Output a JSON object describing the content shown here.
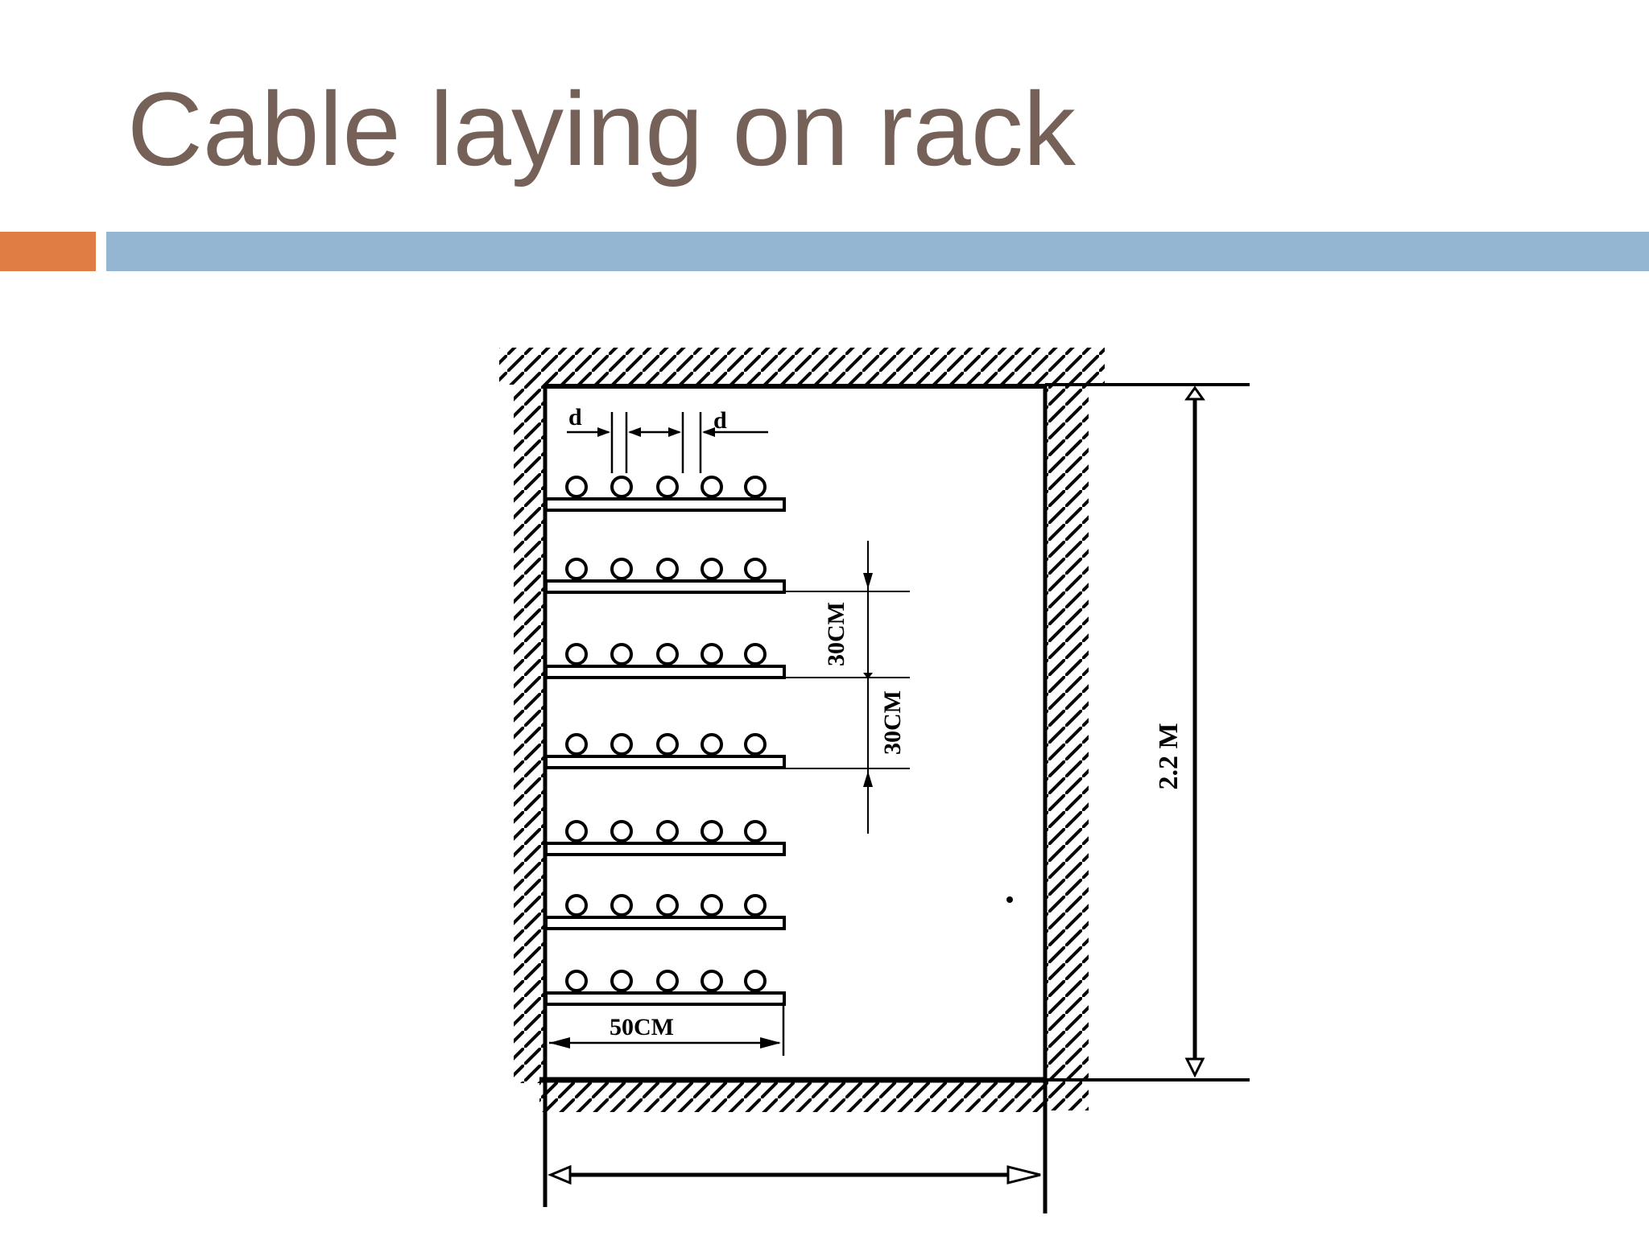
{
  "slide": {
    "title": "Cable laying on rack"
  },
  "diagram": {
    "labels": {
      "cable_spacing_left": "d",
      "cable_spacing_right": "d",
      "tray_spacing_upper": "30CM",
      "tray_spacing_lower": "30CM",
      "tray_depth": "50CM",
      "height": "2.2 M"
    },
    "cable_trays": 7,
    "cables_per_tray": 5
  },
  "colors": {
    "title": "#766158",
    "accent_bar": "#e07d45",
    "main_bar": "#94b6d2",
    "lines": "#000000"
  }
}
